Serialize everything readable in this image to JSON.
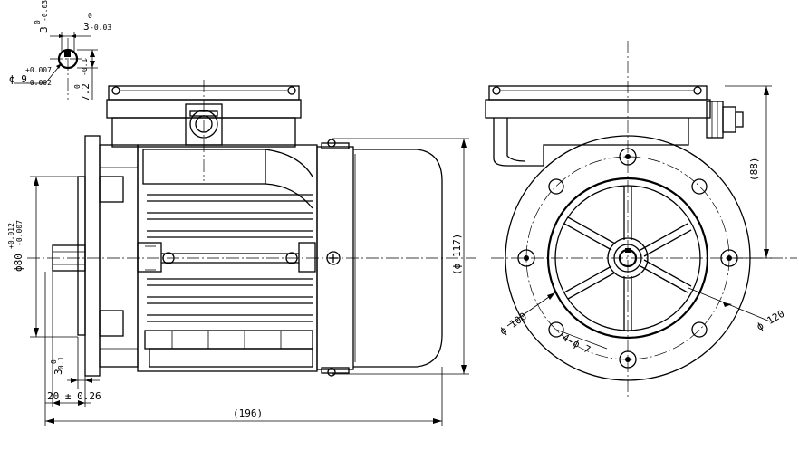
{
  "dimensions": {
    "keyway_width": "3",
    "keyway_width_tol": "-0.03",
    "keyway_width_tol_upper": "0",
    "keyway_width_top": "3",
    "keyway_width_top_tol": "-0.03",
    "keyway_width_top_tol_upper": "0",
    "shaft_diameter": "ϕ 9",
    "shaft_diameter_tol_upper": "+0.007",
    "shaft_diameter_tol_lower": "-0.002",
    "key_height": "7.2",
    "key_height_tol": "-0.1",
    "key_height_tol_upper": "0",
    "spigot_diameter": "ϕ80",
    "spigot_diameter_tol_upper": "+0.012",
    "spigot_diameter_tol_lower": "-0.007",
    "flange_thickness": "3",
    "flange_thickness_tol": "-0.1",
    "flange_thickness_tol_upper": "0",
    "shaft_length": "20 ± 0.26",
    "overall_length": "(196)",
    "overall_height": "(ϕ 117)",
    "terminal_box_height": "(88)",
    "pcd": "ϕ 100",
    "flange_diameter": "ϕ 120",
    "bolt_holes": "4-ϕ 7"
  },
  "line_color": "#000000",
  "background_color": "#ffffff"
}
